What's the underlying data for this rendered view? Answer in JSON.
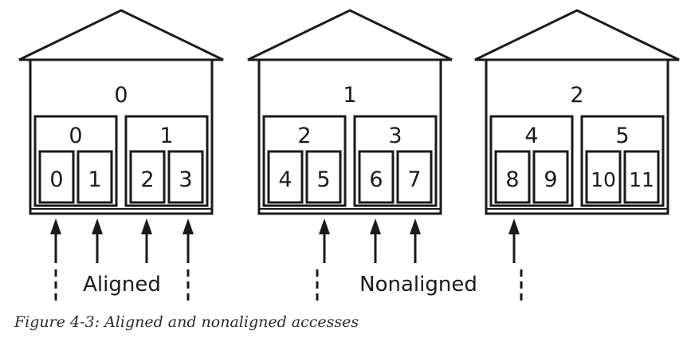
{
  "houses": [
    {
      "label": "0",
      "rooms": [
        {
          "label": "0",
          "cells": [
            "0",
            "1"
          ]
        },
        {
          "label": "1",
          "cells": [
            "2",
            "3"
          ]
        }
      ]
    },
    {
      "label": "1",
      "rooms": [
        {
          "label": "2",
          "cells": [
            "4",
            "5"
          ]
        },
        {
          "label": "3",
          "cells": [
            "6",
            "7"
          ]
        }
      ]
    },
    {
      "label": "2",
      "rooms": [
        {
          "label": "4",
          "cells": [
            "8",
            "9"
          ]
        },
        {
          "label": "5",
          "cells": [
            "10",
            "11"
          ]
        }
      ]
    }
  ],
  "labels": {
    "aligned": "Aligned",
    "nonaligned": "Nonaligned"
  },
  "caption": "Figure 4-3: Aligned and nonaligned accesses"
}
